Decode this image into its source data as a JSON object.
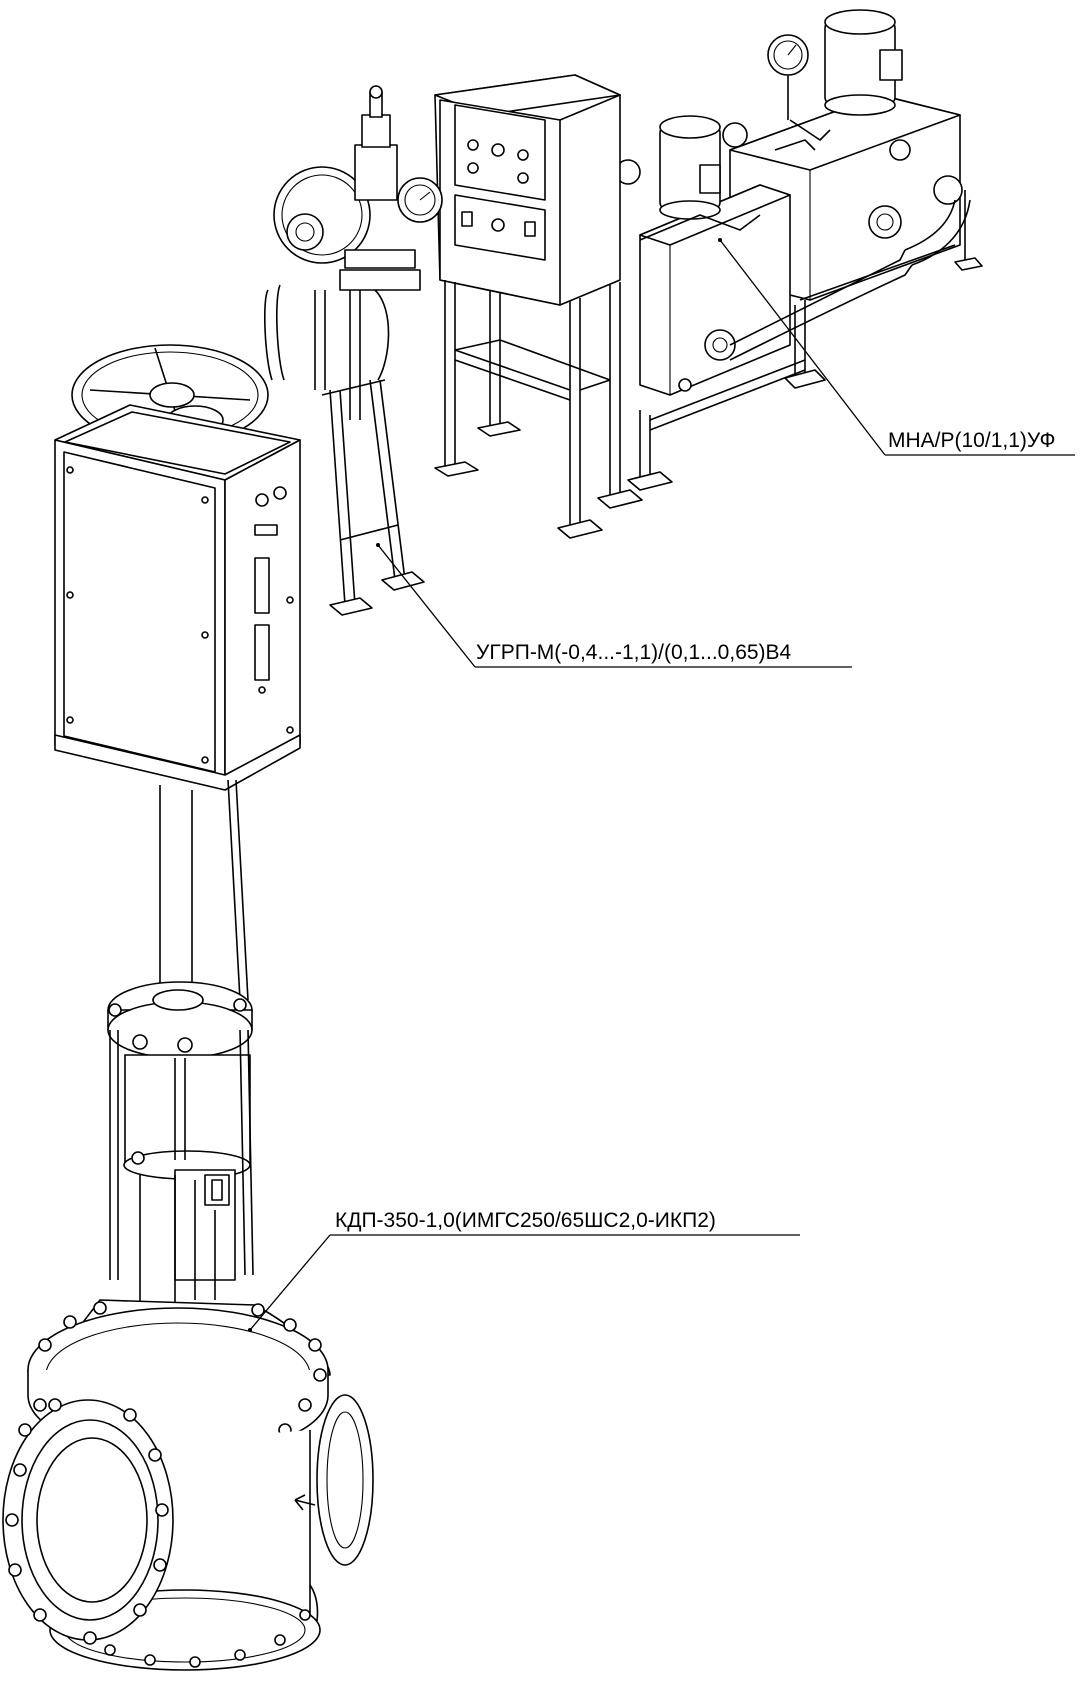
{
  "callouts": [
    {
      "id": "pump-unit",
      "label": "МНА/Р(10/1,1)УФ"
    },
    {
      "id": "control-unit",
      "label": "УГРП-М(-0,4...-1,1)/(0,1...0,65)В4"
    },
    {
      "id": "valve",
      "label": "КДП-350-1,0(ИМГС250/65ШС2,0-ИКП2)"
    }
  ],
  "colors": {
    "line": "#000000",
    "background": "#ffffff"
  }
}
